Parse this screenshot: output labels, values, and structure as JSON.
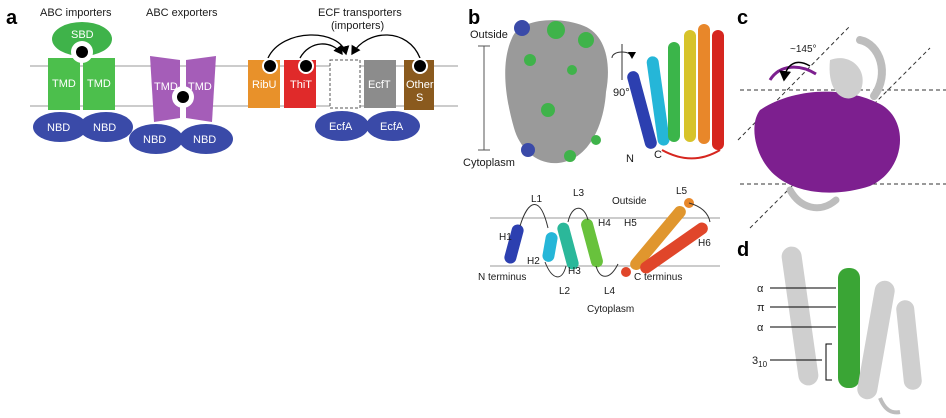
{
  "colors": {
    "sbd_green": "#3fb34a",
    "tmd_green": "#4cbf4c",
    "tmd_purple": "#a55db8",
    "nbd_blue": "#3a4aa8",
    "ribu_orange": "#e8912a",
    "thit_red": "#e02a2a",
    "ecft_gray": "#8c8c8c",
    "other_brown": "#8a5a1e",
    "helix_purple": "#7d1f8f",
    "helix_green": "#3aa535",
    "surface_gray": "#9a9a9a"
  },
  "panel_a": {
    "letter": "a",
    "importers_title": "ABC importers",
    "exporters_title": "ABC exporters",
    "ecf_title_line1": "ECF transporters",
    "ecf_title_line2": "(importers)",
    "sbd": "SBD",
    "tmd": "TMD",
    "nbd": "NBD",
    "ribu": "RibU",
    "thit": "ThiT",
    "ecft": "EcfT",
    "other_line1": "Other",
    "other_line2": "S",
    "ecfa": "EcfA"
  },
  "panel_b": {
    "letter": "b",
    "outside": "Outside",
    "cytoplasm": "Cytoplasm",
    "rotation": "90°",
    "n_label": "N",
    "c_label": "C",
    "topo": {
      "outside": "Outside",
      "cytoplasm": "Cytoplasm",
      "n_terminus": "N terminus",
      "c_terminus": "C terminus",
      "helices": [
        "H1",
        "H2",
        "H3",
        "H4",
        "H5",
        "H6"
      ],
      "loops": [
        "L1",
        "L2",
        "L3",
        "L4",
        "L5"
      ]
    }
  },
  "panel_c": {
    "letter": "c",
    "angle": "~145°"
  },
  "panel_d": {
    "letter": "d",
    "alpha1": "α",
    "pi": "π",
    "alpha2": "α",
    "three10_base": "3",
    "three10_sub": "10"
  }
}
